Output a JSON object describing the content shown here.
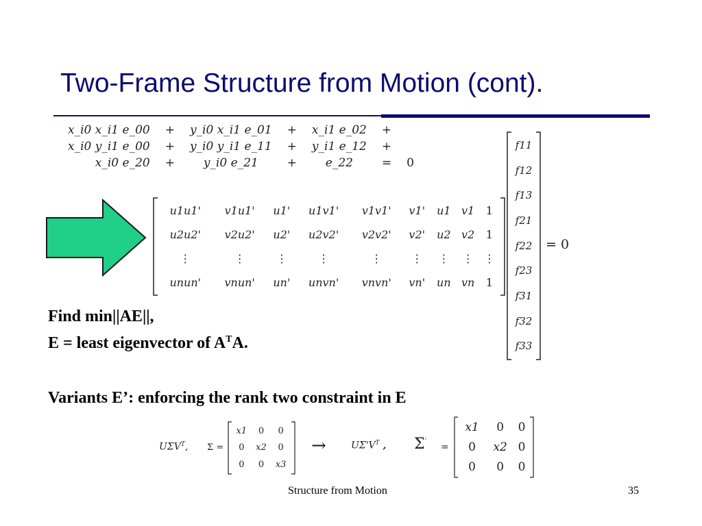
{
  "slide": {
    "title": "Two-Frame Structure from Motion (cont).",
    "equations": [
      [
        "x_i0 x_i1 e_00",
        "+",
        "y_i0 x_i1 e_01",
        "+",
        "x_i1 e_02",
        "+"
      ],
      [
        "x_i0 y_i1 e_00",
        "+",
        "y_i0 y_i1 e_11",
        "+",
        "y_i1 e_12",
        "+"
      ],
      [
        "x_i0 e_20",
        "+",
        "y_i0 e_21",
        "+",
        "e_22",
        "=",
        "0"
      ]
    ],
    "matrix_rows": [
      [
        "u1u1'",
        "v1u1'",
        "u1'",
        "u1v1'",
        "v1v1'",
        "v1'",
        "u1",
        "v1",
        "1"
      ],
      [
        "u2u2'",
        "v2u2'",
        "u2'",
        "u2v2'",
        "v2v2'",
        "v2'",
        "u2",
        "v2",
        "1"
      ],
      [
        "⋮",
        "⋮",
        "⋮",
        "⋮",
        "⋮",
        "⋮",
        "⋮",
        "⋮",
        "⋮"
      ],
      [
        "unun'",
        "vnun'",
        "un'",
        "unvn'",
        "vnvn'",
        "vn'",
        "un",
        "vn",
        "1"
      ]
    ],
    "f_vector": [
      "f11",
      "f12",
      "f13",
      "f21",
      "f22",
      "f23",
      "f31",
      "f32",
      "f33"
    ],
    "equals_zero": "= 0",
    "find_line": "Find min||AE||,",
    "eigen_prefix": "E = least eigenvector of A",
    "eigen_sup": "T",
    "eigen_suffix": "A.",
    "variants_line": "Variants E’: enforcing the rank two constraint in E",
    "svd_left": "UΣV",
    "svd_sup": "T",
    "sigma_eq": "Σ =",
    "sigma_matrix": [
      [
        "x1",
        "0",
        "0"
      ],
      [
        "0",
        "x2",
        "0"
      ],
      [
        "0",
        "0",
        "x3"
      ]
    ],
    "arrow": "→",
    "svd_right": "UΣ'V",
    "sigma_prime_eq": "=",
    "sigma_prime_matrix": [
      [
        "x1",
        "0",
        "0"
      ],
      [
        "0",
        "x2",
        "0"
      ],
      [
        "0",
        "0",
        "0"
      ]
    ],
    "footer_text": "Structure from Motion",
    "page_number": "35"
  },
  "colors": {
    "title": "#0b0b6e",
    "arrow_fill": "#1fcf8a",
    "arrow_stroke": "#1a1a1a"
  }
}
